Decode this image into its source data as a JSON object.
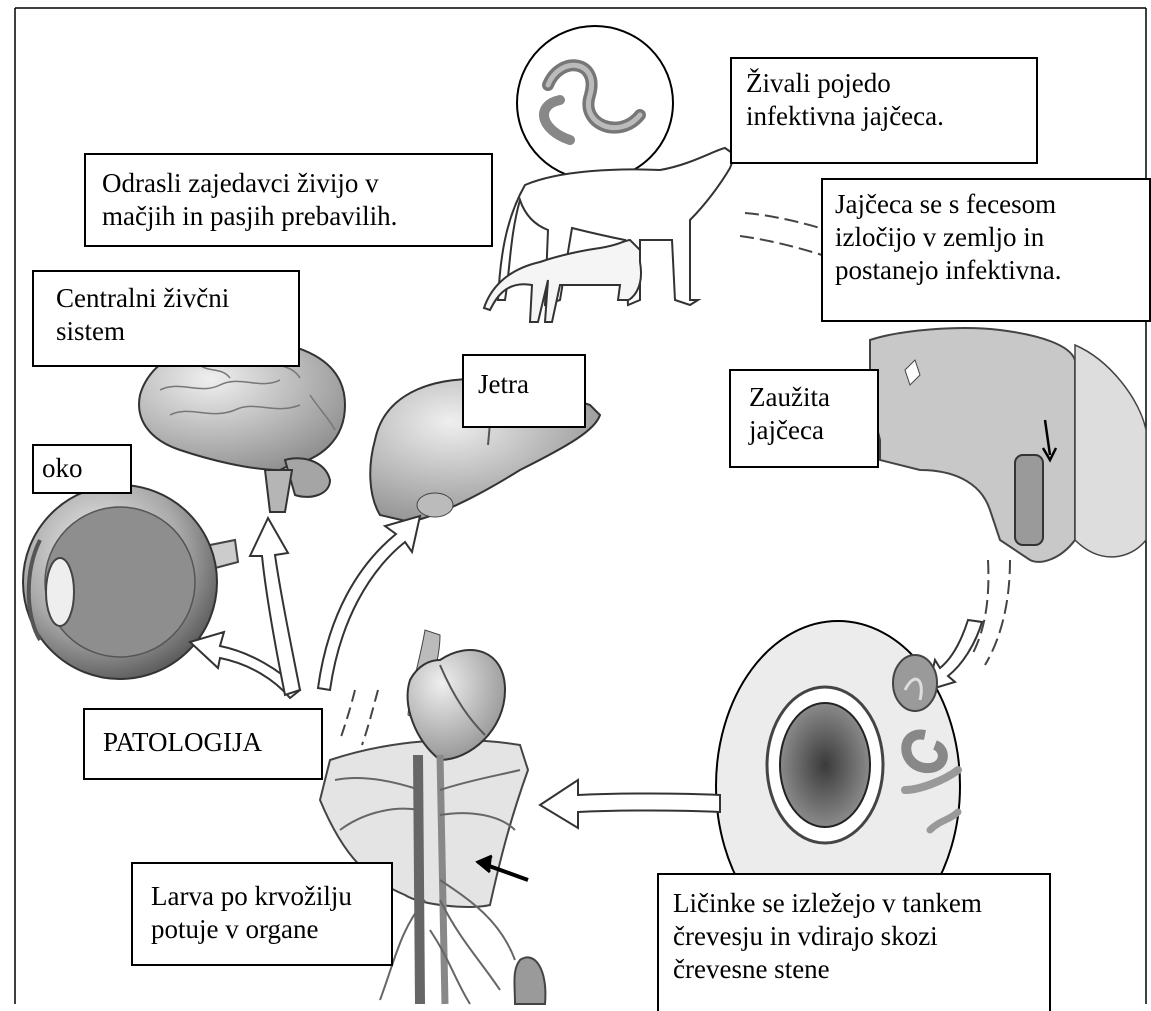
{
  "labels": {
    "animals_eat": "Živali pojedo\ninfektivna jajčeca.",
    "adults_live": "Odrasli zajedavci živijo v\nmačjih in pasjih prebavilih.",
    "eggs_shed": "Jajčeca se s fecesom\nizločijo v zemljo in\npostanejo infektivna.",
    "cns": "Centralni živčni\nsistem",
    "liver": "Jetra",
    "swallowed": "Zaužita\njajčeca",
    "eye": "oko",
    "pathology": "PATOLOGIJA",
    "larva_blood": "Larva po krvožilju\npotuje v organe",
    "larvae_hatch": "Ličinke se izležejo v tankem\nčrevesju in vdirajo skozi\nčrevesne stene"
  },
  "colors": {
    "ink": "#000000",
    "illustration_dark": "#555555",
    "illustration_mid": "#9a9a9a",
    "illustration_light": "#d6d6d6",
    "paper": "#ffffff"
  }
}
